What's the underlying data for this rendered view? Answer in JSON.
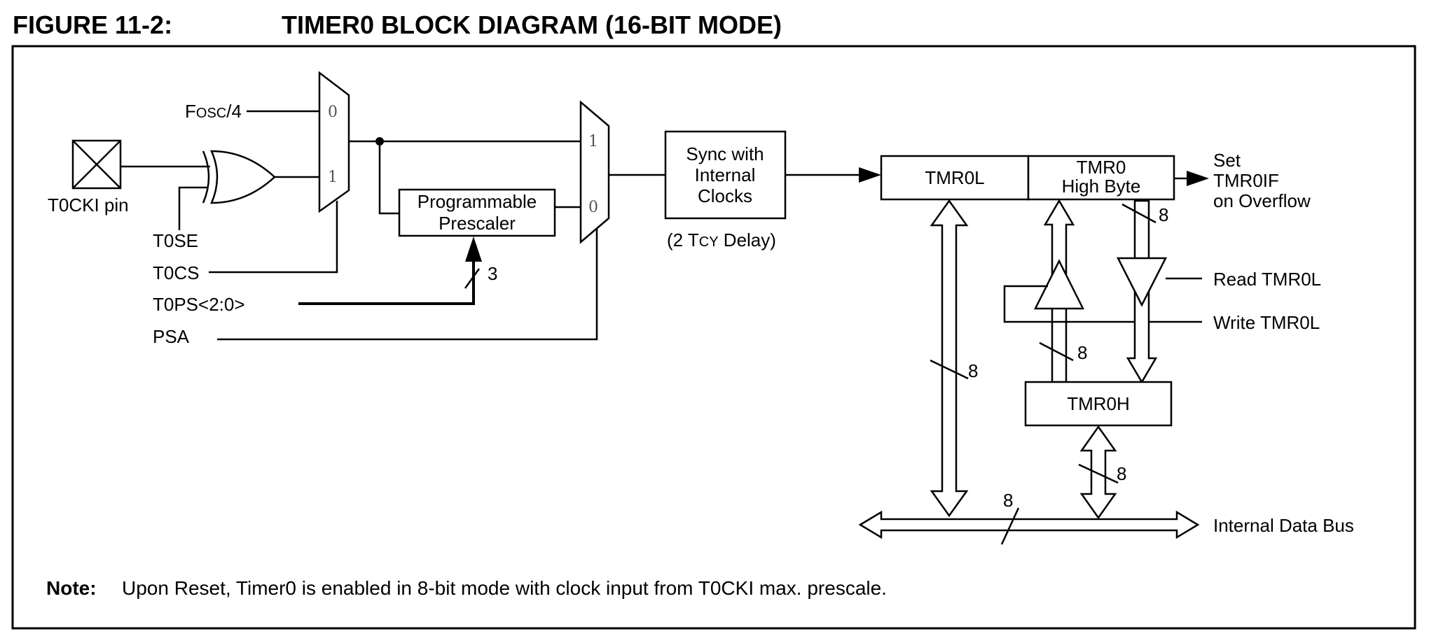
{
  "figure": {
    "number": "FIGURE 11-2:",
    "title": "TIMER0 BLOCK DIAGRAM (16-BIT MODE)"
  },
  "inputs": {
    "fosc_main": "F",
    "fosc_sub": "OSC",
    "fosc_tail": "/4",
    "t0cki": "T0CKI pin",
    "t0se": "T0SE",
    "t0cs": "T0CS",
    "t0ps": "T0PS<2:0>",
    "psa": "PSA"
  },
  "mux1": {
    "in0": "0",
    "in1": "1"
  },
  "mux2": {
    "in0": "0",
    "in1": "1"
  },
  "prescaler": {
    "line1": "Programmable",
    "line2": "Prescaler",
    "bus_width": "3"
  },
  "sync": {
    "line1": "Sync with",
    "line2": "Internal",
    "line3": "Clocks",
    "delay_pre": "(2 T",
    "delay_sub": "CY",
    "delay_post": " Delay)"
  },
  "tmr0l": {
    "label": "TMR0L"
  },
  "tmr0_high": {
    "line1": "TMR0",
    "line2": "High Byte"
  },
  "tmr0h": {
    "label": "TMR0H"
  },
  "overflow": {
    "line1": "Set",
    "line2": "TMR0IF",
    "line3": "on Overflow"
  },
  "controls": {
    "read": "Read TMR0L",
    "write": "Write TMR0L"
  },
  "bus_widths": {
    "high_byte": "8",
    "write_path": "8",
    "tmr0l_bus": "8",
    "tmr0h_bus": "8",
    "data_bus": "8"
  },
  "data_bus": {
    "label": "Internal Data Bus"
  },
  "note": {
    "prefix": "Note:",
    "text": "Upon Reset, Timer0 is enabled in 8-bit mode with clock input from T0CKI max. prescale."
  }
}
